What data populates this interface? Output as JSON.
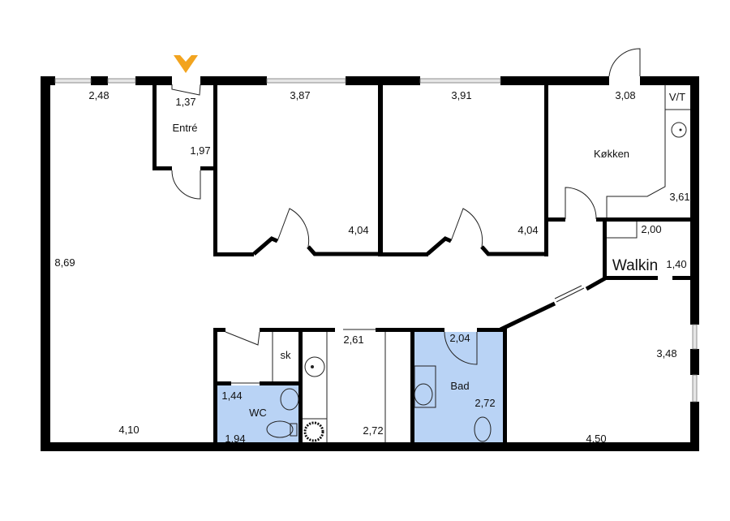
{
  "colors": {
    "wall": "#000000",
    "wet_room": "#b9d3f5",
    "entry_marker": "#f2a41f"
  },
  "icons": {
    "entry_marker": "chevron-down-icon"
  },
  "rooms": {
    "living": {
      "width": "2,48",
      "length": "8,69",
      "bottom": "4,10"
    },
    "entry": {
      "name": "Entré",
      "width": "1,37",
      "depth": "1,97"
    },
    "bedroom1": {
      "width": "3,87",
      "depth": "4,04"
    },
    "bedroom2": {
      "width": "3,91",
      "depth": "4,04"
    },
    "kitchen": {
      "name": "Køkken",
      "width": "3,08",
      "depth": "3,61",
      "appliance": "V/T"
    },
    "walkin": {
      "name": "Walkin",
      "width": "2,00",
      "depth": "1,40"
    },
    "bedroom3": {
      "depth": "3,48",
      "width": "4,50"
    },
    "closet": {
      "name": "sk"
    },
    "wc": {
      "name": "WC",
      "width": "1,44",
      "depth": "1,94"
    },
    "utility": {
      "width": "2,61",
      "depth": "2,72"
    },
    "bath": {
      "name": "Bad",
      "width": "2,04",
      "depth": "2,72"
    }
  }
}
